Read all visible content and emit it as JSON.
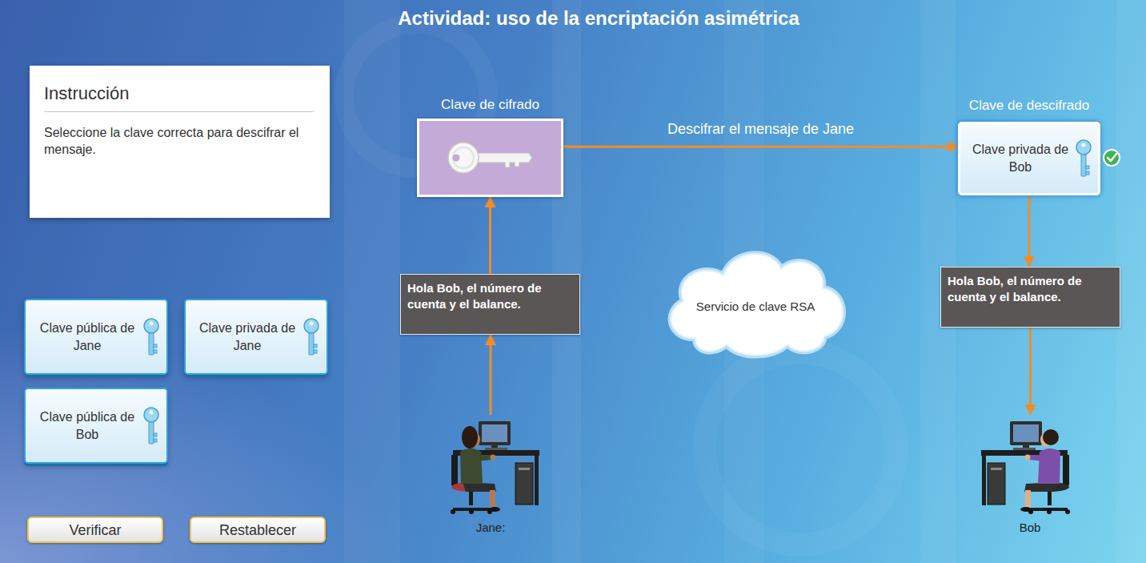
{
  "diagram": {
    "title": "Actividad: uso de la encriptación asimétrica",
    "nodes": [
      {
        "text": [
          "Instrucción",
          "Seleccione la clave correcta para descifrar el mensaje."
        ]
      },
      {
        "text": [
          "Clave de cifrado"
        ]
      },
      {
        "text": [
          "Clave de descifrado"
        ]
      },
      {
        "text": [
          "Clave privada de Bob"
        ],
        "in": 2
      },
      {
        "text": [
          "Hola Bob, el número de cuenta y el balance."
        ]
      },
      {
        "text": [
          "Hola Bob, el número de cuenta y el balance."
        ]
      },
      {
        "text": [
          "Servicio de clave RSA"
        ]
      },
      {
        "text": [
          "Clave pública de Jane"
        ]
      },
      {
        "text": [
          "Clave privada de Jane"
        ]
      },
      {
        "text": [
          "Clave pública de Bob"
        ]
      },
      {
        "text": [
          "Verificar"
        ]
      },
      {
        "text": [
          "Restablecer"
        ]
      },
      {
        "text": [
          "Jane:"
        ]
      },
      {
        "text": [
          "Bob"
        ]
      }
    ],
    "edges": [
      {
        "from": 12,
        "to": 4,
        "arrow": "to"
      },
      {
        "from": 4,
        "to": 1,
        "arrow": "to"
      },
      {
        "from": 1,
        "to": 2,
        "label": "Descifrar el mensaje de Jane",
        "arrow": "to"
      },
      {
        "from": 2,
        "to": 5,
        "arrow": "to"
      },
      {
        "from": 5,
        "to": 13,
        "arrow": "to"
      }
    ]
  }
}
